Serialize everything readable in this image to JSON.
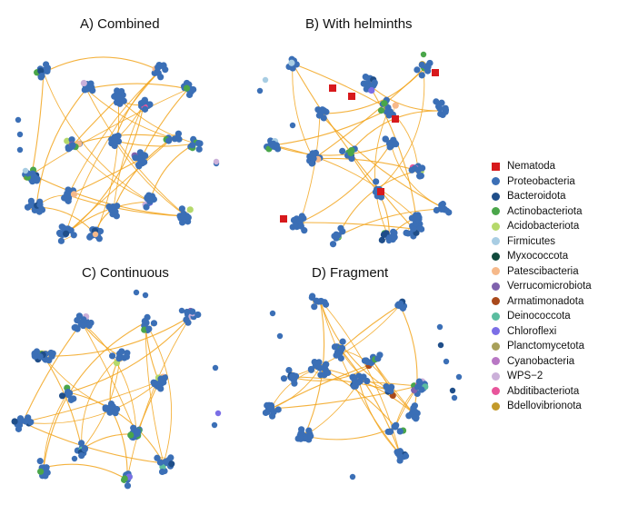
{
  "panels": [
    {
      "id": "A",
      "title": "A) Combined"
    },
    {
      "id": "B",
      "title": "B) With helminths"
    },
    {
      "id": "C",
      "title": "C) Continuous"
    },
    {
      "id": "D",
      "title": "D) Fragment"
    }
  ],
  "legend": [
    {
      "label": "Nematoda",
      "color": "#d7191c",
      "shape": "square"
    },
    {
      "label": "Proteobacteria",
      "color": "#3b6fb6",
      "shape": "circle"
    },
    {
      "label": "Bacteroidota",
      "color": "#1f4e89",
      "shape": "circle"
    },
    {
      "label": "Actinobacteriota",
      "color": "#4aa64a",
      "shape": "circle"
    },
    {
      "label": "Acidobacteriota",
      "color": "#b5d96b",
      "shape": "circle"
    },
    {
      "label": "Firmicutes",
      "color": "#a8cde3",
      "shape": "circle"
    },
    {
      "label": "Myxococcota",
      "color": "#104a3c",
      "shape": "circle"
    },
    {
      "label": "Patescibacteria",
      "color": "#f6b98a",
      "shape": "circle"
    },
    {
      "label": "Verrucomicrobiota",
      "color": "#7f62ad",
      "shape": "circle"
    },
    {
      "label": "Armatimonadota",
      "color": "#a9491b",
      "shape": "circle"
    },
    {
      "label": "Deinococcota",
      "color": "#5bbda0",
      "shape": "circle"
    },
    {
      "label": "Chloroflexi",
      "color": "#7b6ee6",
      "shape": "circle"
    },
    {
      "label": "Planctomycetota",
      "color": "#a8a05a",
      "shape": "circle"
    },
    {
      "label": "Cyanobacteria",
      "color": "#b877c4",
      "shape": "circle"
    },
    {
      "label": "WPS−2",
      "color": "#cbb0d9",
      "shape": "circle"
    },
    {
      "label": "Abditibacteriota",
      "color": "#e8559b",
      "shape": "circle"
    },
    {
      "label": "Bdellovibrionota",
      "color": "#c39a2a",
      "shape": "circle"
    }
  ],
  "colors": {
    "edge": "#f2a51c",
    "node_main": "#3b6fb6",
    "node_dark": "#1f4e89"
  }
}
